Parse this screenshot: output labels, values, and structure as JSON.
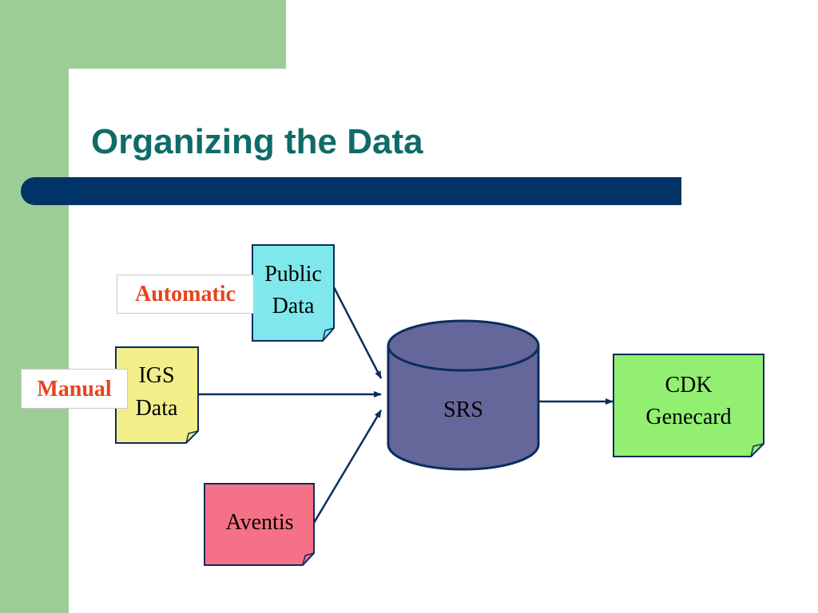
{
  "slide": {
    "title": "Organizing the Data",
    "colors": {
      "background_band": "#9dcd97",
      "title": "#0f6b69",
      "title_bar": "#003366",
      "tag_text": "#e8431e",
      "arrow": "#0b2d5c"
    }
  },
  "diagram": {
    "nodes": {
      "public_data": {
        "lines": [
          "Public",
          "Data"
        ],
        "fill": "#7fe8ec",
        "shape": "document"
      },
      "igs_data": {
        "lines": [
          "IGS",
          "Data"
        ],
        "fill": "#f3ee8a",
        "shape": "document"
      },
      "aventis": {
        "lines": [
          "Aventis"
        ],
        "fill": "#f57187",
        "shape": "document"
      },
      "srs": {
        "lines": [
          "SRS"
        ],
        "fill": "#65669a",
        "shape": "cylinder"
      },
      "cdk": {
        "lines": [
          "CDK",
          "Genecard"
        ],
        "fill": "#93ef71",
        "shape": "document"
      }
    },
    "tags": {
      "automatic": "Automatic",
      "manual": "Manual"
    },
    "edges": [
      {
        "from": "public_data",
        "to": "srs"
      },
      {
        "from": "igs_data",
        "to": "srs"
      },
      {
        "from": "aventis",
        "to": "srs"
      },
      {
        "from": "srs",
        "to": "cdk"
      }
    ]
  }
}
